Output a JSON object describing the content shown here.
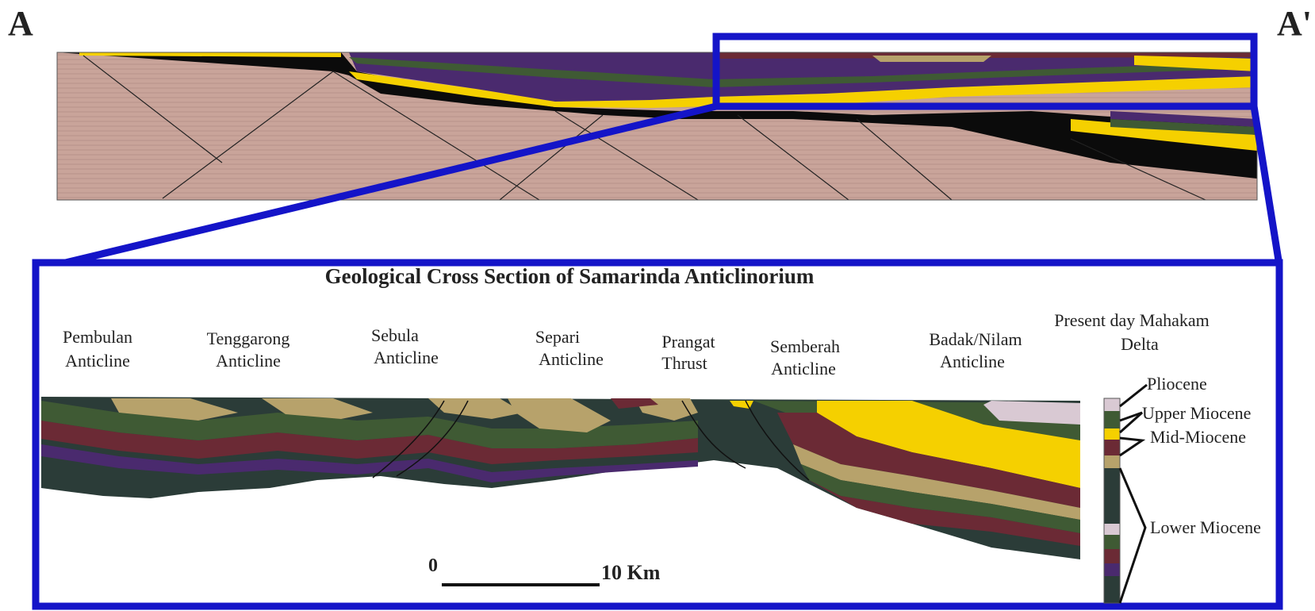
{
  "corner_labels": {
    "left": "A",
    "right": "A'"
  },
  "inset": {
    "title": "Geological Cross Section of Samarinda Anticlinorium"
  },
  "structures": [
    {
      "line1": "Pembulan",
      "line2": "Anticline"
    },
    {
      "line1": "Tenggarong",
      "line2": "Anticline"
    },
    {
      "line1": "Sebula",
      "line2": "Anticline"
    },
    {
      "line1": "Separi",
      "line2": "Anticline"
    },
    {
      "line1": "Prangat",
      "line2": "Thrust"
    },
    {
      "line1": "Semberah",
      "line2": "Anticline"
    },
    {
      "line1": "Badak/Nilam",
      "line2": "Anticline"
    },
    {
      "line1": "Present day Mahakam",
      "line2": "Delta"
    }
  ],
  "legend": [
    {
      "label": "Pliocene",
      "color": "#d9c9d3"
    },
    {
      "label": "Upper Miocene",
      "color": "#3f5a34"
    },
    {
      "label": "Mid-Miocene",
      "color": "#f5d000"
    },
    {
      "label": "Lower Miocene",
      "color": "#2b3c38"
    }
  ],
  "scale_bar": {
    "start": "0",
    "end": "10 Km"
  },
  "colors": {
    "frame": "#1414c8",
    "basement": "#c9a49a",
    "sand": "#b7a26b",
    "green": "#3f5a34",
    "maroon": "#6b2a35",
    "purple": "#4a2a6e",
    "dark": "#2b3c38",
    "yellow": "#f5d000",
    "black": "#0b0b0b"
  }
}
